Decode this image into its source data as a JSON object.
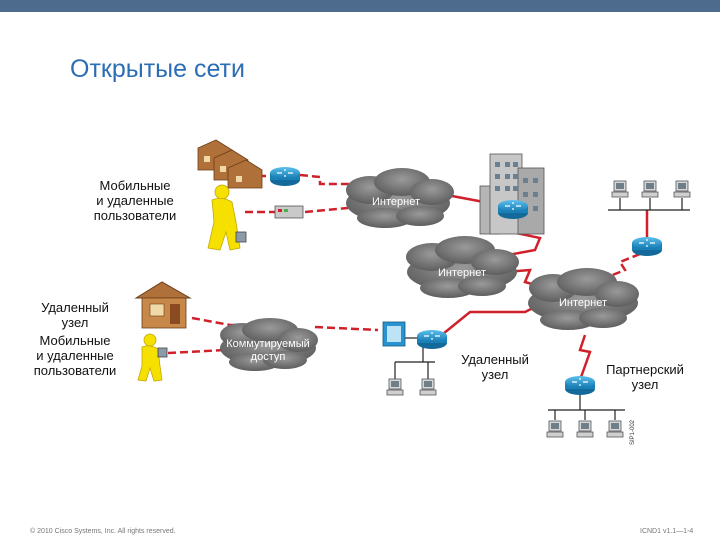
{
  "slide": {
    "title": "Открытые сети",
    "copyright": "© 2010 Cisco Systems, Inc. All rights reserved.",
    "course": "ICND1 v1.1—1-4",
    "figure_code": "SIP1-002"
  },
  "labels": {
    "mobile_users_top": [
      "Мобильные",
      "и удаленные",
      "пользователи"
    ],
    "remote_site_left": [
      "Удаленный",
      "узел"
    ],
    "mobile_users_bottom": [
      "Мобильные",
      "и удаленные",
      "пользователи"
    ],
    "remote_site_center": [
      "Удаленный",
      "узел"
    ],
    "partner_site": [
      "Партнерский",
      "узел"
    ]
  },
  "clouds": {
    "internet_1": "Интернет",
    "internet_2": "Интернет",
    "internet_3": "Интернет",
    "dialup": [
      "Коммутируемый",
      "доступ"
    ]
  },
  "colors": {
    "accent_title": "#2c6eb5",
    "wan_link": "#d0202a",
    "cloud": "#7a7a7a",
    "router": "#1f8fc9",
    "topbar": "#4d6b8c"
  }
}
